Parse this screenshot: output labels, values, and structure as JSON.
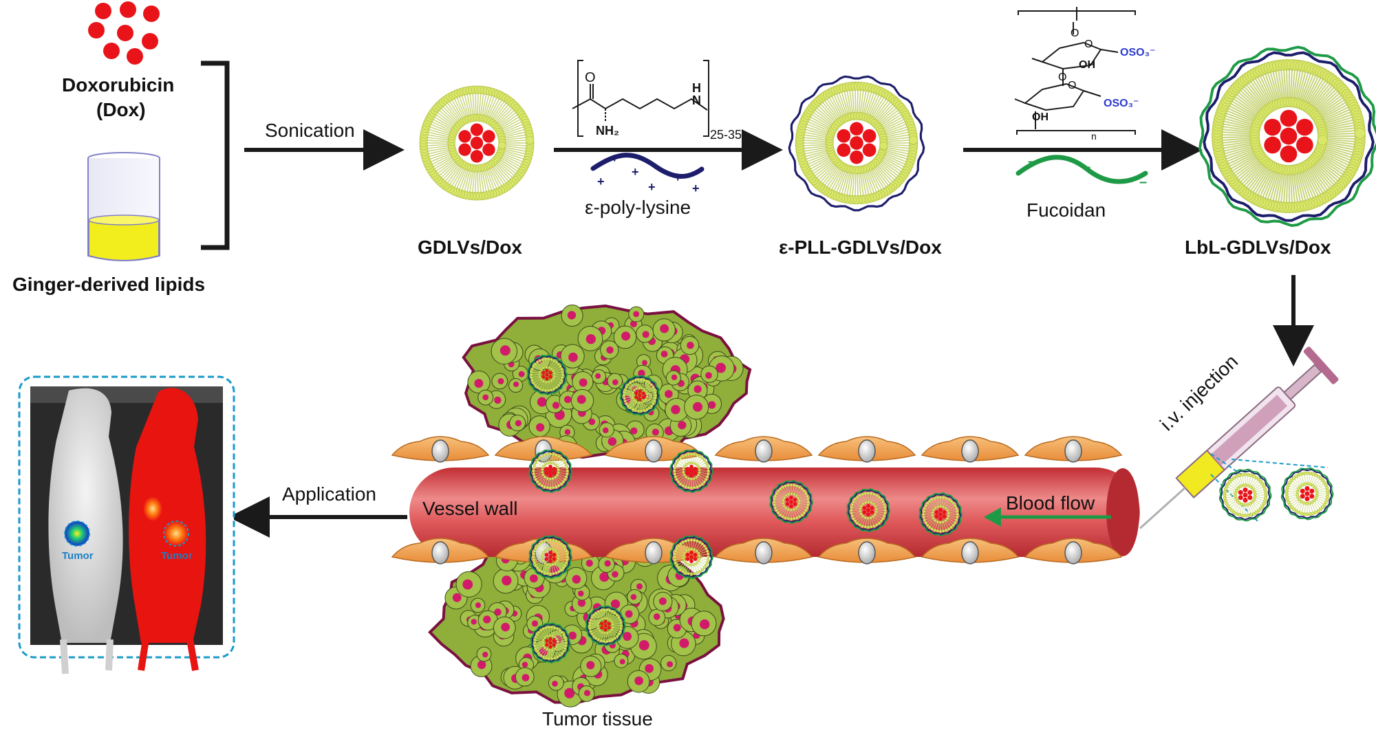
{
  "labels": {
    "doxorubicin": "Doxorubicin",
    "dox_abbrev": "(Dox)",
    "ginger_lipids": "Ginger-derived lipids",
    "sonication": "Sonication",
    "gdlvs_dox": "GDLVs/Dox",
    "poly_lysine": "ε-poly-lysine",
    "pll_gdlvs_dox": "ε-PLL-GDLVs/Dox",
    "fucoidan": "Fucoidan",
    "lbl_gdlvs_dox": "LbL-GDLVs/Dox",
    "iv_injection": "i.v. injection",
    "application": "Application",
    "vessel_wall": "Vessel wall",
    "blood_flow": "Blood flow",
    "tumor_tissue": "Tumor tissue",
    "tumor_left": "Tumor",
    "tumor_right": "Tumor"
  },
  "chemistry": {
    "pll": {
      "o": "O",
      "nh2": "NH₂",
      "nh": "H\nN",
      "h": "H",
      "n": "N",
      "repeat": "25-35"
    },
    "fucoidan": {
      "o1": "O",
      "o2": "O",
      "o3": "O",
      "o4": "O",
      "oh1": "OH",
      "oh2": "OH",
      "oso3_1": "OSO₃⁻",
      "oso3_2": "OSO₃⁻",
      "n": "n"
    }
  },
  "colors": {
    "drug_red": "#e8141a",
    "lipid_yellow": "#d9e86a",
    "pll_navy": "#1c1d6b",
    "fucoidan_green": "#1e9a46",
    "vessel_red": "#d9464a",
    "endothelial_orange": "#f2a552",
    "tumor_green": "#8fae3a",
    "tumor_nucleus": "#d21a6a",
    "frame_blue": "#1a9ac8",
    "arrow_black": "#1a1a1a"
  }
}
